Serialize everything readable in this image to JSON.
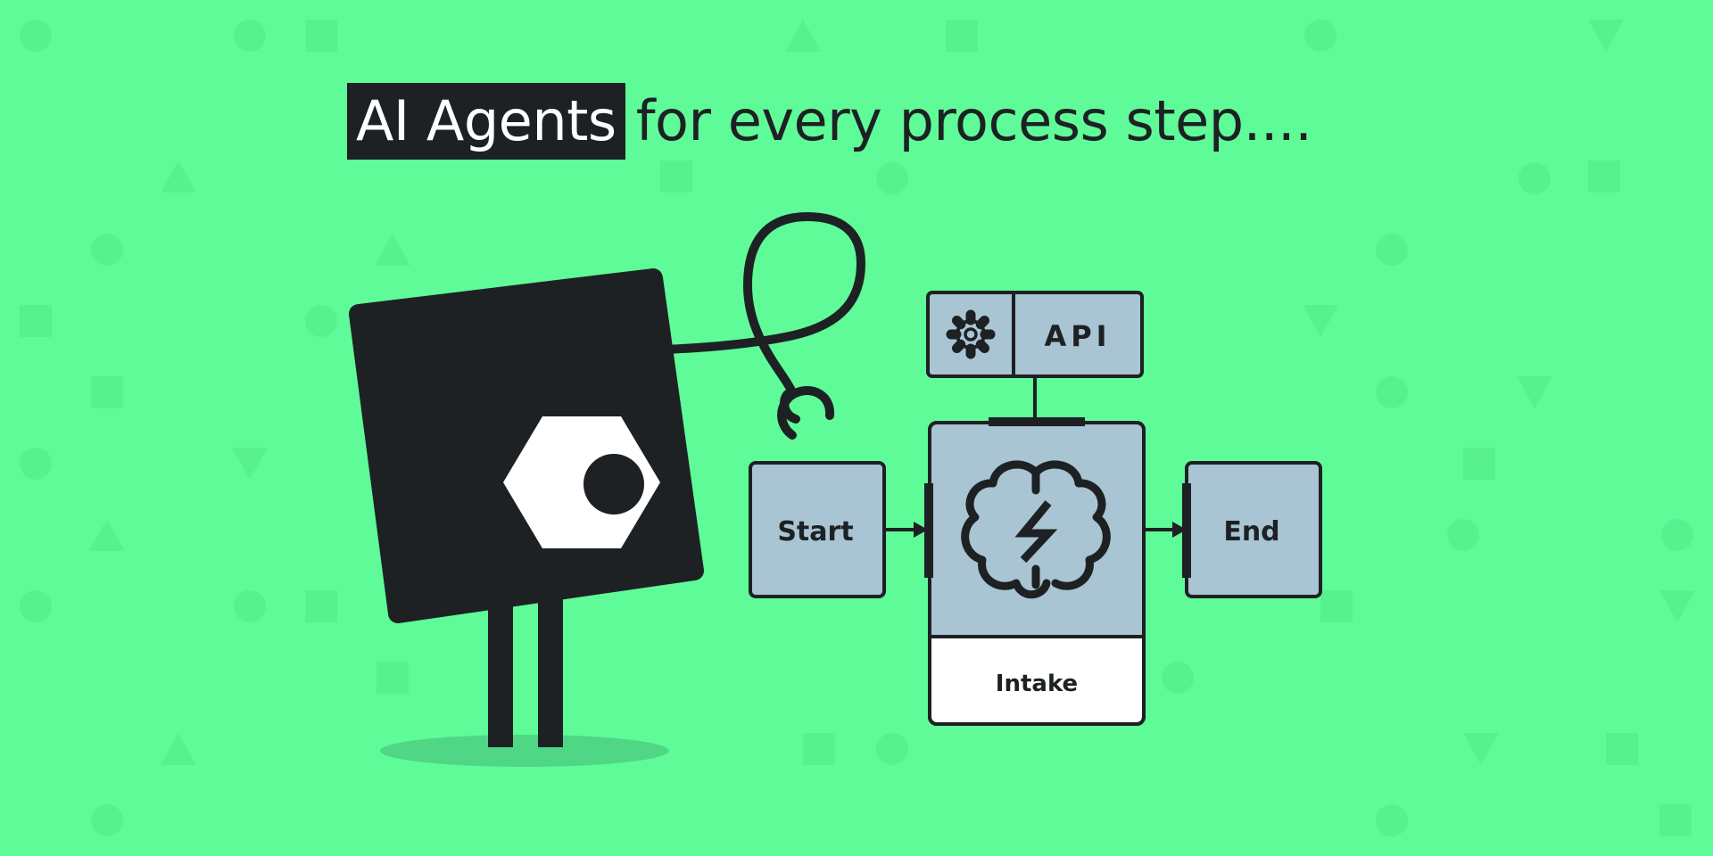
{
  "headline": {
    "highlight": "AI Agents",
    "rest": "for every process step...."
  },
  "diagram": {
    "start_label": "Start",
    "end_label": "End",
    "api_label": "API",
    "agent_step_label": "Intake"
  },
  "colors": {
    "background": "#5ffb98",
    "ink": "#1d2124",
    "box_fill": "#a9c4d2",
    "white": "#ffffff"
  },
  "icons": [
    "gear-icon",
    "brain-lightning-icon",
    "robot-mascot"
  ]
}
